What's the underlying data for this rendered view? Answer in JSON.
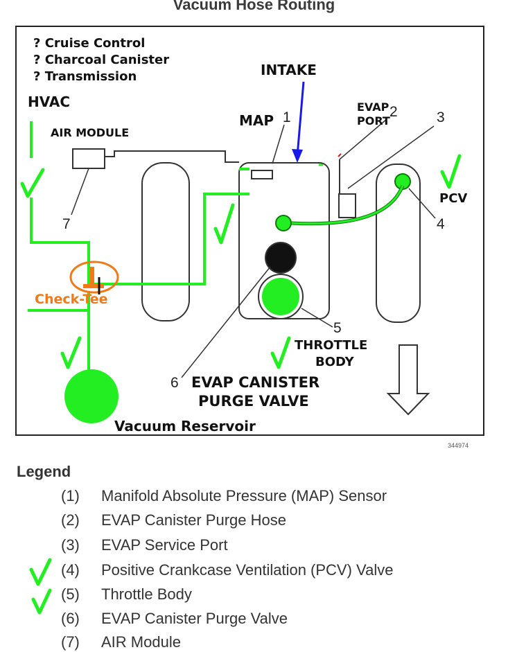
{
  "title": "Vacuum Hose Routing",
  "notes": [
    "? Cruise Control",
    "? Charcoal Canister",
    "? Transmission"
  ],
  "labels": {
    "hvac": "HVAC",
    "air_module": "AIR MODULE",
    "intake": "INTAKE",
    "map": "MAP",
    "evap_port_1": "EVAP",
    "evap_port_2": "PORT",
    "pcv": "PCV",
    "check_tee": "Check-Tee",
    "throttle_body_1": "THROTTLE",
    "throttle_body_2": "BODY",
    "purge_valve_1": "EVAP CANISTER",
    "purge_valve_2": "PURGE VALVE",
    "vacuum_reservoir": "Vacuum Reservoir",
    "figure_code": "344974"
  },
  "callouts": [
    "1",
    "2",
    "3",
    "4",
    "5",
    "6",
    "7"
  ],
  "legend": {
    "heading": "Legend",
    "items": [
      {
        "num": "(1)",
        "text": "Manifold Absolute Pressure (MAP) Sensor"
      },
      {
        "num": "(2)",
        "text": "EVAP Canister Purge Hose"
      },
      {
        "num": "(3)",
        "text": "EVAP Service Port"
      },
      {
        "num": "(4)",
        "text": "Positive Crankcase Ventilation (PCV) Valve"
      },
      {
        "num": "(5)",
        "text": "Throttle Body"
      },
      {
        "num": "(6)",
        "text": "EVAP Canister Purge Valve"
      },
      {
        "num": "(7)",
        "text": "AIR Module"
      }
    ]
  },
  "colors": {
    "hose_green": "#22ee22",
    "intake_arrow": "#1a1ae6",
    "check_tee": "#f07a18",
    "line": "#222222"
  }
}
